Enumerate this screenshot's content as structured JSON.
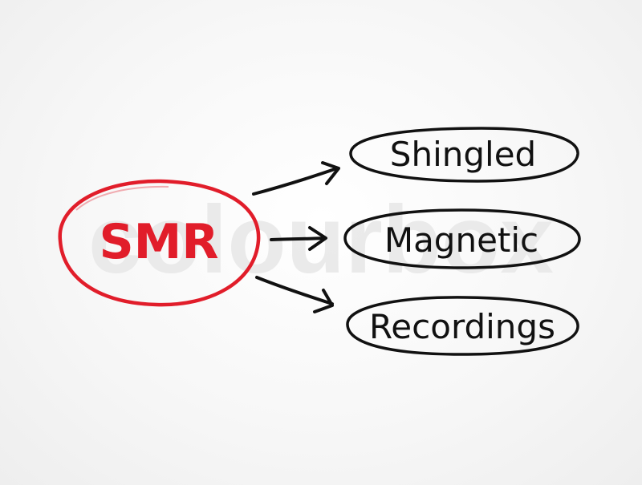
{
  "diagram": {
    "acronym": "SMR",
    "terms": [
      "Shingled",
      "Magnetic",
      "Recordings"
    ],
    "watermark": "colourbox",
    "colors": {
      "acronym": "#e11d2a",
      "ink": "#111111",
      "watermark": "#e6e6e6"
    }
  }
}
